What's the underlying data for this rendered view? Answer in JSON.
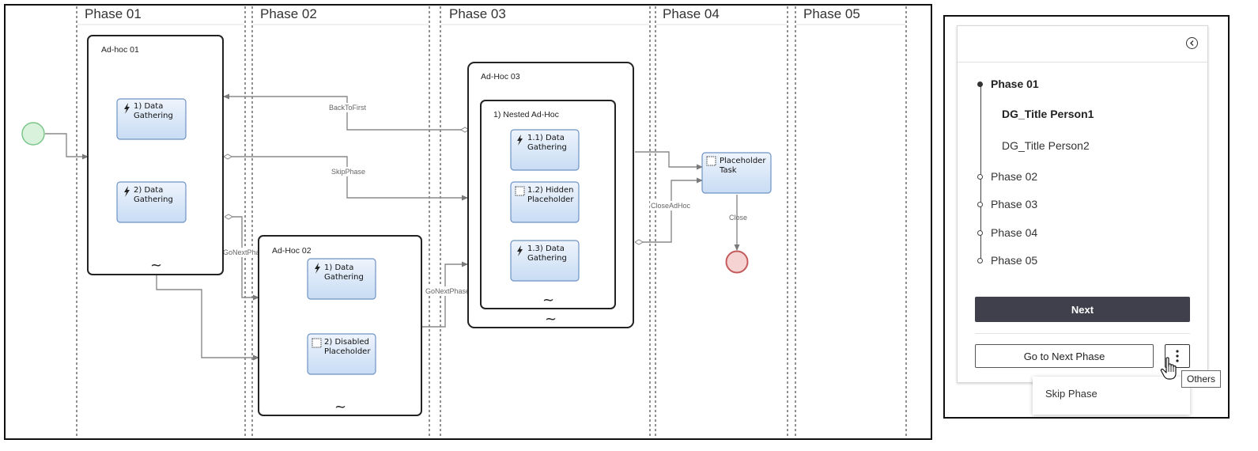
{
  "diagram": {
    "phases": [
      "Phase 01",
      "Phase 02",
      "Phase 03",
      "Phase 04",
      "Phase 05"
    ],
    "adhoc": {
      "adhoc01": "Ad-hoc 01",
      "adhoc02": "Ad-Hoc 02",
      "adhoc03": "Ad-Hoc 03",
      "nested": "1) Nested Ad-Hoc"
    },
    "tasks": {
      "t1": [
        "1) Data",
        "Gathering"
      ],
      "t2": [
        "2) Data",
        "Gathering"
      ],
      "t3": [
        "1) Data",
        "Gathering"
      ],
      "t4": [
        "2) Disabled",
        "Placeholder"
      ],
      "t5": [
        "1.1) Data",
        "Gathering"
      ],
      "t6": [
        "1.2) Hidden",
        "Placeholder"
      ],
      "t7": [
        "1.3) Data",
        "Gathering"
      ],
      "t8": [
        "Placeholder",
        "Task"
      ]
    },
    "flows": {
      "back_to_first": "BackToFirst",
      "skip_phase": "SkipPhase",
      "go_next_phase_1": "GoNextPhase",
      "go_next_phase_2": "GoNextPhase",
      "close_adhoc": "CloseAdHoc",
      "close": "Close"
    },
    "colors": {
      "start_fill": "#d9f2dc",
      "start_stroke": "#7ac58a",
      "end_fill": "#f6d3d3",
      "end_stroke": "#c45a5a",
      "task_fill_top": "#eef4fc",
      "task_fill_bottom": "#c8dcf4",
      "task_stroke": "#6d93c4"
    }
  },
  "panel": {
    "collapse_icon": "chevron-left-circle-icon",
    "timeline": [
      {
        "label": "Phase 01",
        "style": "current"
      },
      {
        "label": "DG_Title Person1",
        "style": "sub-bold"
      },
      {
        "label": "DG_Title Person2",
        "style": "sub"
      },
      {
        "label": "Phase 02",
        "style": "phase"
      },
      {
        "label": "Phase 03",
        "style": "phase"
      },
      {
        "label": "Phase 04",
        "style": "phase"
      },
      {
        "label": "Phase 05",
        "style": "phase"
      }
    ],
    "next_label": "Next",
    "go_next_phase_label": "Go to Next Phase",
    "more_icon": "more-vertical-icon",
    "menu_items": [
      "Skip Phase"
    ],
    "tooltip": "Others",
    "colors": {
      "next_bg": "#403f4c",
      "next_text": "#ffffff"
    }
  }
}
